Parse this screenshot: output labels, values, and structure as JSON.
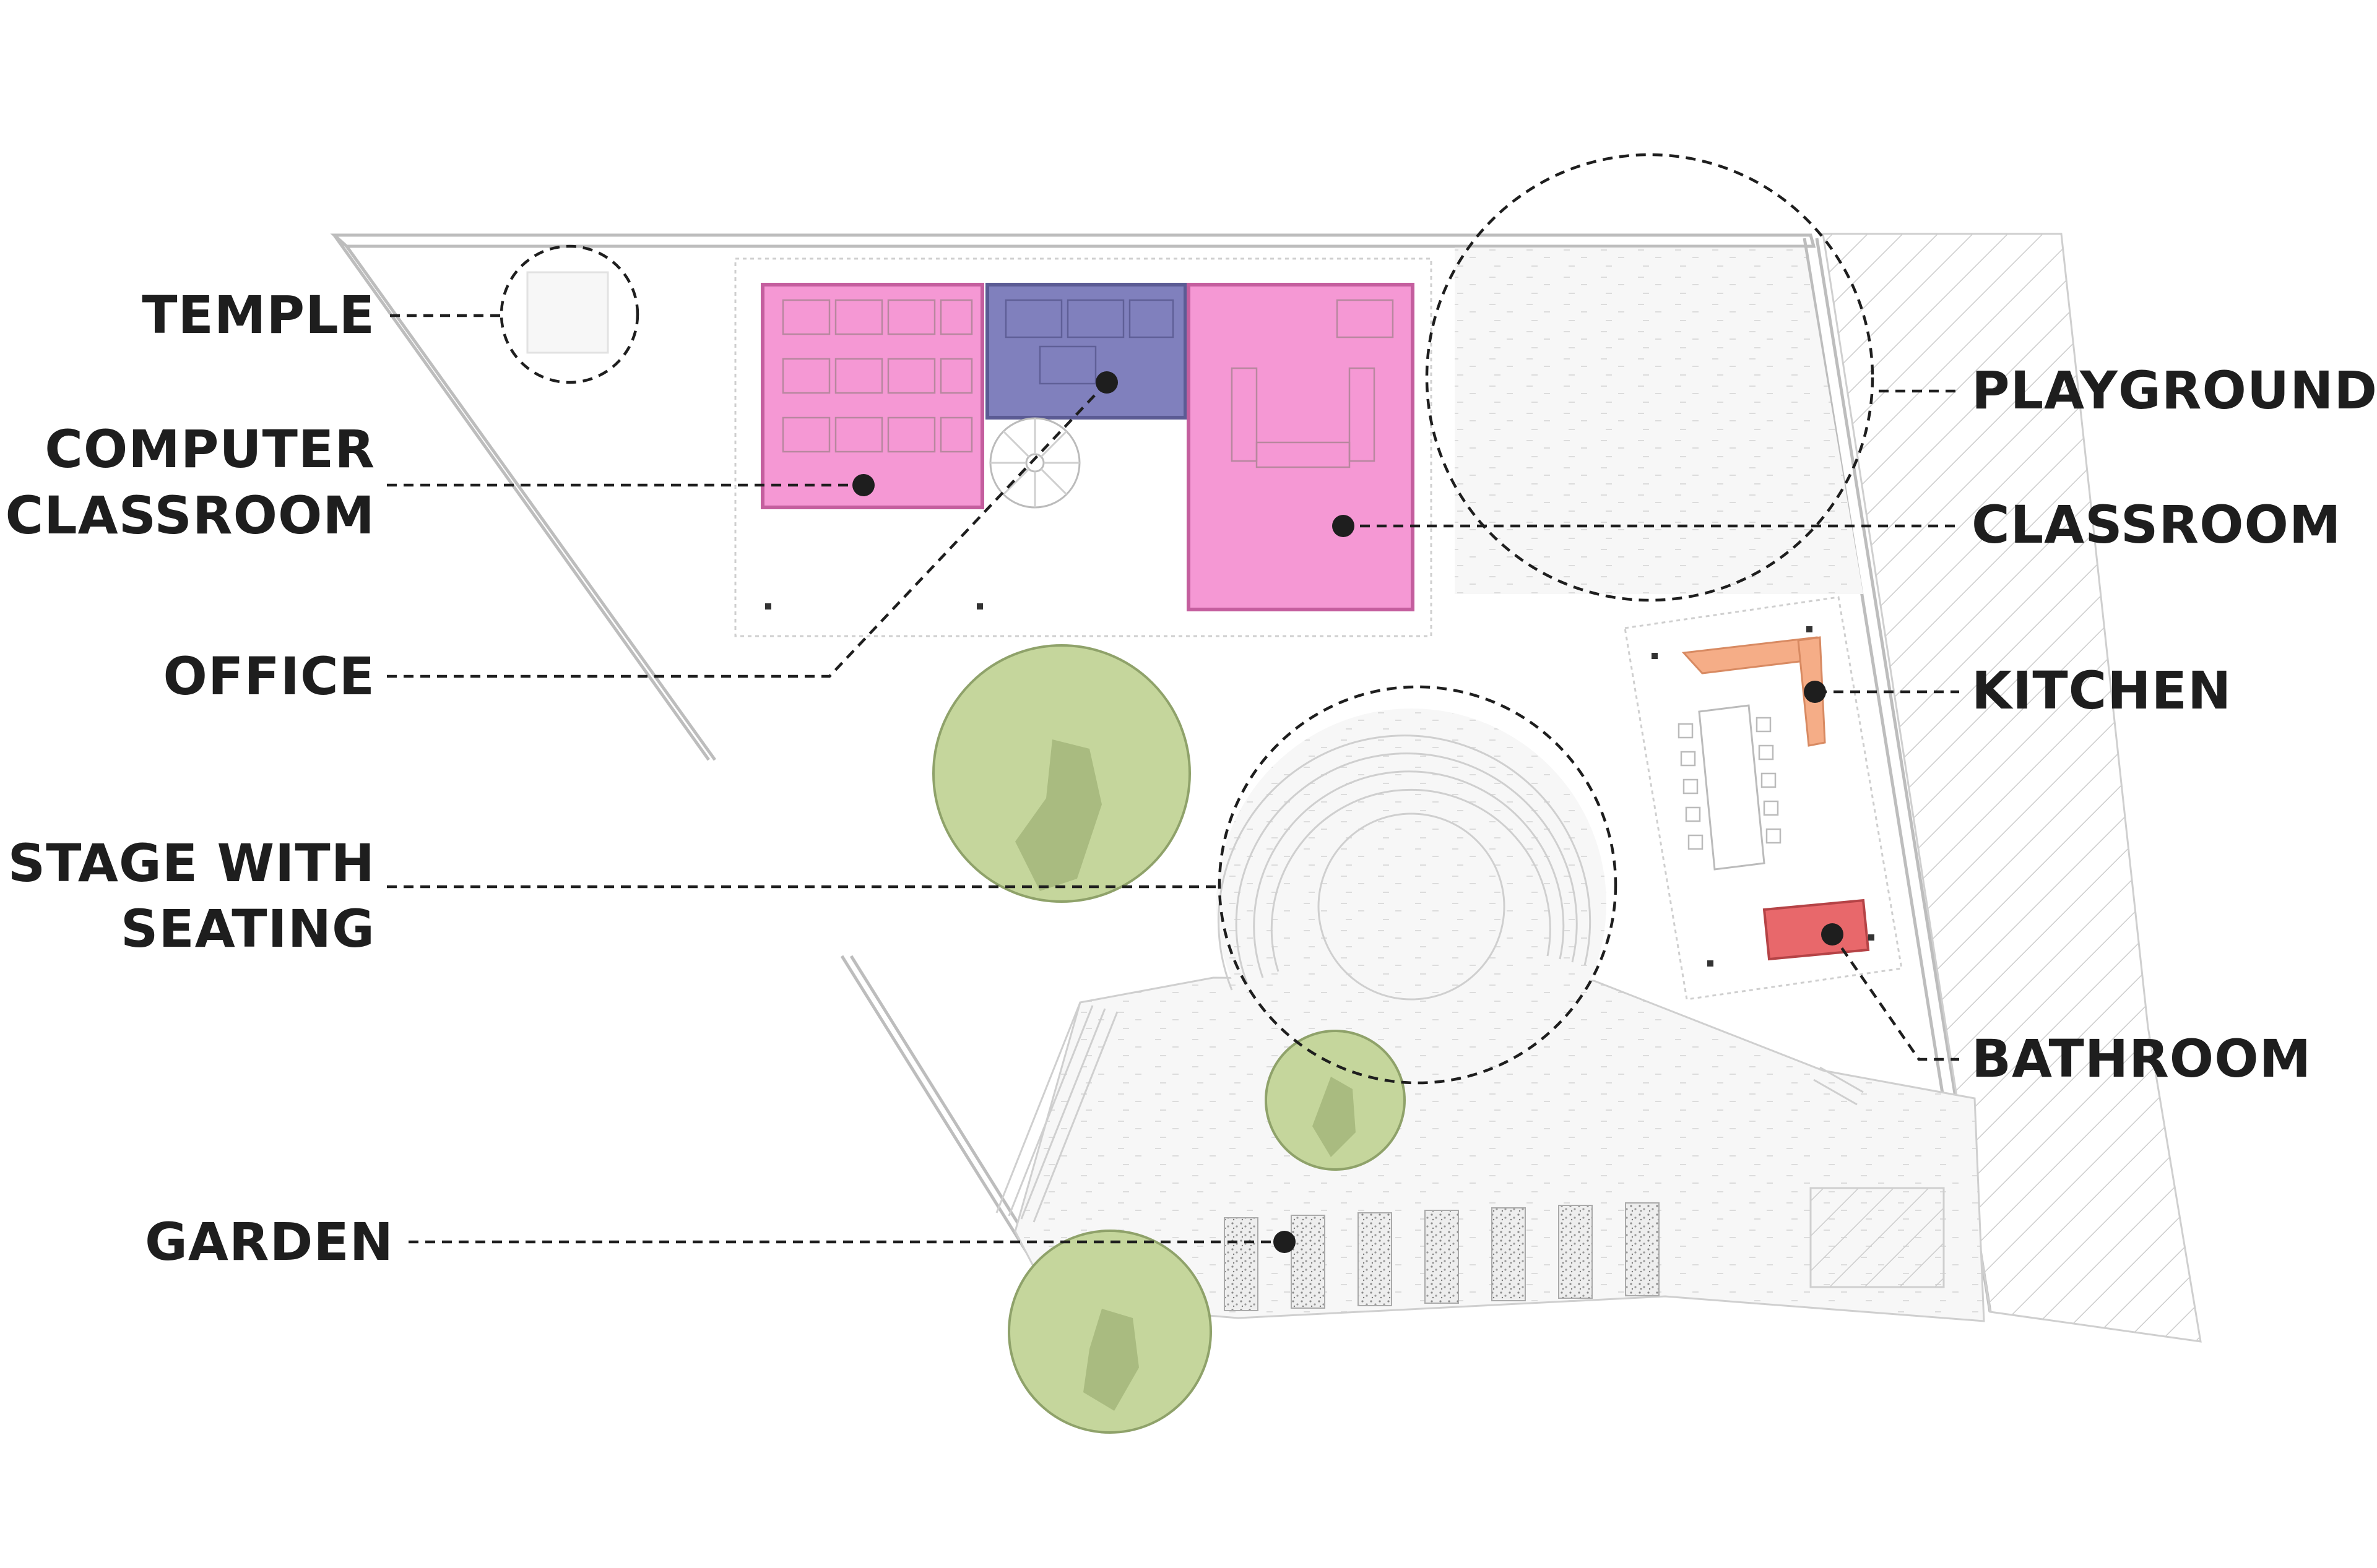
{
  "labels": {
    "temple": "TEMPLE",
    "computer_classroom": [
      "COMPUTER",
      "CLASSROOM"
    ],
    "office": "OFFICE",
    "stage_with_seating": [
      "STAGE WITH",
      "SEATING"
    ],
    "garden": "GARDEN",
    "playground": "PLAYGROUND",
    "classroom": "CLASSROOM",
    "kitchen": "KITCHEN",
    "bathroom": "BATHROOM"
  },
  "colors": {
    "computer_classroom": "#f598d4",
    "office": "#8080bd",
    "classroom": "#f598d4",
    "kitchen": "#f5ad87",
    "bathroom": "#e8686b",
    "tree": "#c5d69c",
    "leader": "#1e1e1e",
    "walls": "#bdbdbd"
  },
  "icons": {
    "tree": "tree-icon",
    "leader_dot": "leader-dot"
  }
}
